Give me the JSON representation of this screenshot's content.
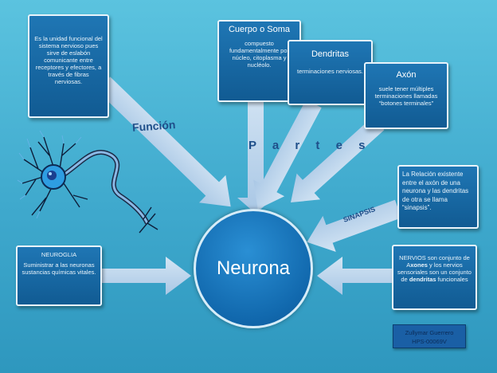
{
  "colors": {
    "background": "#47b3d6",
    "box_fill": "#15649f",
    "arrow_fill": "#b8d3ec",
    "label_color": "#1f4f8a"
  },
  "icon": "neuron-illustration",
  "boxes": {
    "funcion": "Es la unidad funcional del sistema nervioso pues sirve de eslabón comunicante entre receptores y efectores, a través de fibras nerviosas.",
    "cuerpo": {
      "title": "Cuerpo o Soma",
      "body": "compuesto fundamentalmente por núcleo, citoplasma y nucléolo."
    },
    "dendritas": {
      "title": "Dendritas",
      "body": "terminaciones nerviosas."
    },
    "axon": {
      "title": "Axón",
      "body": "suele tener múltiples terminaciones llamadas “botones terminales”"
    },
    "relacion": "La Relación existente entre el axón de una neurona y las dendritas de otra se llama “sinapsis”.",
    "neuroglia": {
      "title": "NEUROGLIA",
      "body": "Suministrar a las neuronas sustancias químicas vitales."
    },
    "nervios": {
      "p1": "NERVIOS son conjunto de A",
      "bold1": "xones",
      "p2": " y los nervios sensoriales son un conjunto de ",
      "bold2": "dendritas",
      "p3": " funcionales"
    }
  },
  "labels": {
    "funcion": "Función",
    "partes": "P a r t e s",
    "sinapsis": "SINAPSIS"
  },
  "center": "Neurona",
  "author": {
    "name": "Zullymar Guerrero",
    "code": "HPS-00069V"
  }
}
